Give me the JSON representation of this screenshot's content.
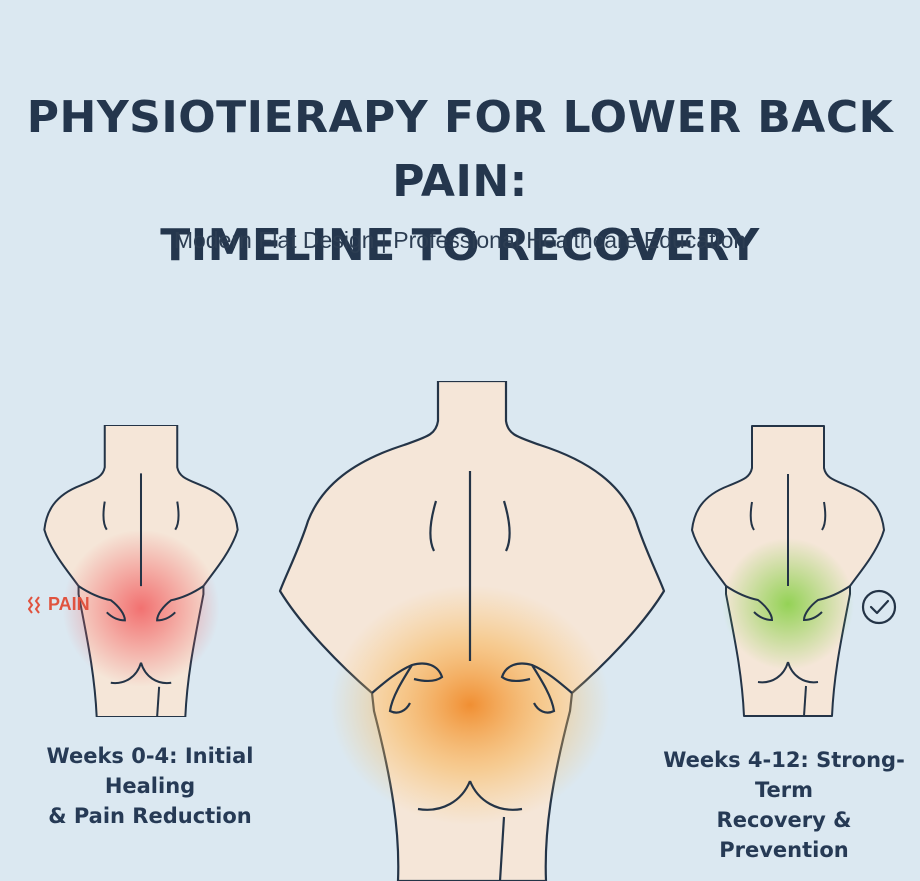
{
  "header": {
    "title_line1": "PHYSIOTIERAPY FOR LOWER BACK PAIN:",
    "title_line2": "TIMELINE TO RECOVERY",
    "subtitle": "Modern Flat Design | Professional Healthcare Education"
  },
  "stages": {
    "left": {
      "marker_label": "PAIN",
      "marker_icon": "pain-waves-icon",
      "highlight_color": "#f26b6b",
      "caption_line1": "Weeks 0-4: Initial Healing",
      "caption_line2": "& Pain Reduction"
    },
    "center": {
      "highlight_color": "#f59a3e"
    },
    "right": {
      "marker_icon": "checkmark-icon",
      "highlight_color": "#8fd14f",
      "caption_line1": "Weeks 4-12: Strong-Term",
      "caption_line2": "Recovery & Prevention"
    }
  },
  "colors": {
    "background": "#dbe8f1",
    "skin": "#f5e6d8",
    "outline": "#243447",
    "text": "#24364d"
  }
}
